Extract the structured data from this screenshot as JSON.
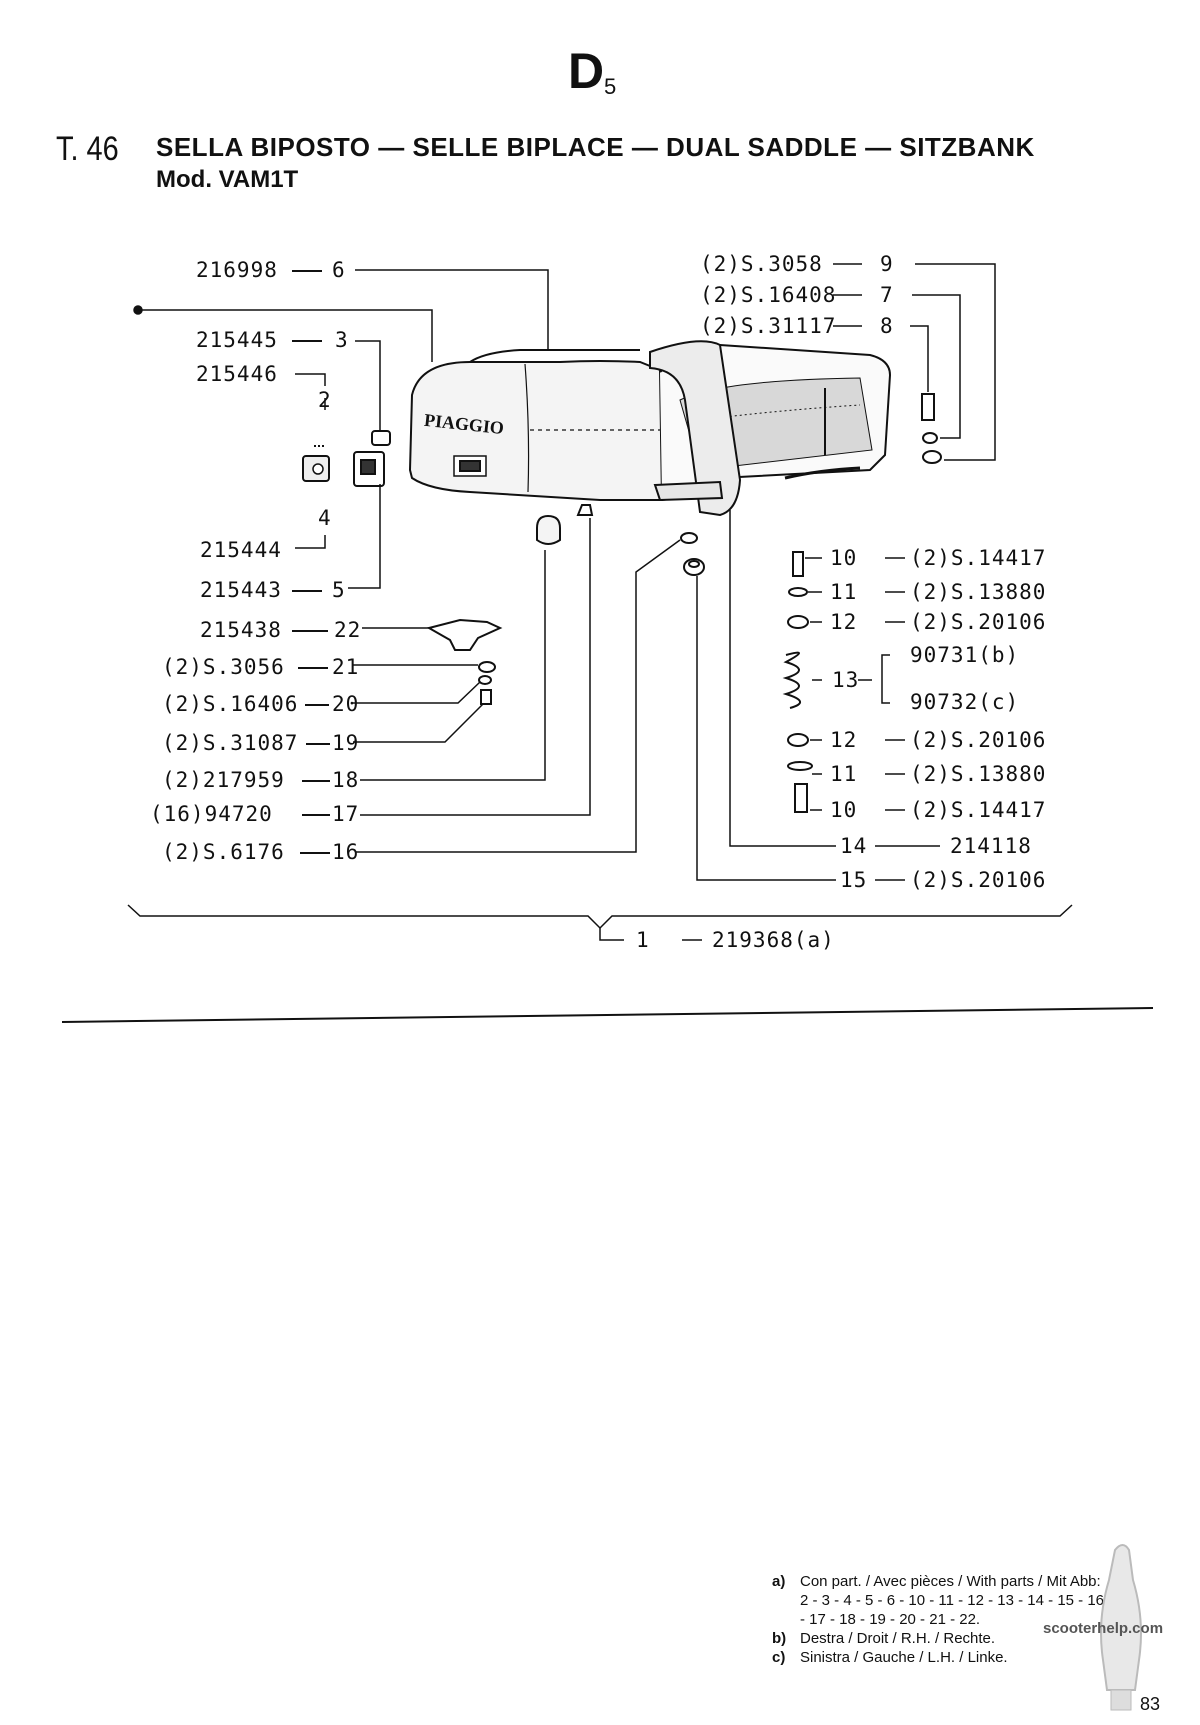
{
  "header": {
    "section_letter": "D",
    "section_sub": "5",
    "table_number": "T. 46",
    "title": "SELLA BIPOSTO — SELLE BIPLACE — DUAL SADDLE — SITZBANK",
    "model": "Mod. VAM1T"
  },
  "saddle_logo": "PIAGGIO",
  "left_parts": [
    {
      "code": "216998",
      "ref": "6"
    },
    {
      "code": "215445",
      "ref": "3"
    },
    {
      "code": "215446",
      "ref": "2"
    },
    {
      "code": "215444",
      "ref": "4"
    },
    {
      "code": "215443",
      "ref": "5"
    },
    {
      "code": "215438",
      "ref": "22"
    },
    {
      "code": "(2)S.3056",
      "ref": "21"
    },
    {
      "code": "(2)S.16406",
      "ref": "20"
    },
    {
      "code": "(2)S.31087",
      "ref": "19"
    },
    {
      "code": "(2)217959",
      "ref": "18"
    },
    {
      "code": "(16)94720",
      "ref": "17"
    },
    {
      "code": "(2)S.6176",
      "ref": "16"
    }
  ],
  "right_top_parts": [
    {
      "code": "(2)S.3058",
      "ref": "9"
    },
    {
      "code": "(2)S.16408",
      "ref": "7"
    },
    {
      "code": "(2)S.31117",
      "ref": "8"
    }
  ],
  "right_parts": [
    {
      "ref": "10",
      "code": "(2)S.14417"
    },
    {
      "ref": "11",
      "code": "(2)S.13880"
    },
    {
      "ref": "12",
      "code": "(2)S.20106"
    },
    {
      "ref": "13",
      "code_b": "90731(b)",
      "code_c": "90732(c)"
    },
    {
      "ref": "12",
      "code": "(2)S.20106"
    },
    {
      "ref": "11",
      "code": "(2)S.13880"
    },
    {
      "ref": "10",
      "code": "(2)S.14417"
    },
    {
      "ref": "14",
      "code": "214118"
    },
    {
      "ref": "15",
      "code": "(2)S.20106"
    }
  ],
  "assembly": {
    "ref": "1",
    "code": "219368(a)"
  },
  "notes": [
    {
      "key": "a)",
      "lines": [
        "Con part. / Avec pièces / With parts / Mit Abb:",
        "2 - 3 - 4 - 5 - 6 - 10 - 11 - 12 - 13 - 14 - 15 - 16",
        "- 17 - 18 - 19 - 20 - 21 - 22."
      ]
    },
    {
      "key": "b)",
      "lines": [
        "Destra / Droit / R.H. / Rechte."
      ]
    },
    {
      "key": "c)",
      "lines": [
        "Sinistra / Gauche / L.H. / Linke."
      ]
    }
  ],
  "watermark": "scooterhelp.com",
  "page_number": "83"
}
